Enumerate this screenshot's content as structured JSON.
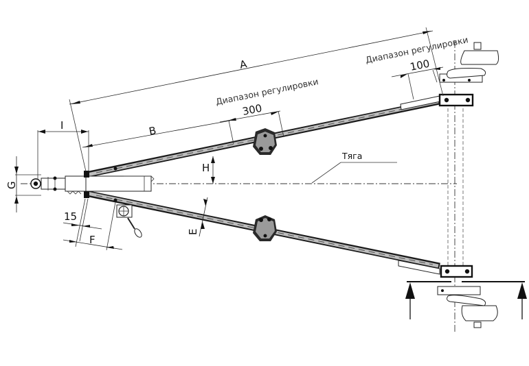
{
  "diagram": {
    "title": "Тяговое дышло (V-образное) — схема размеров",
    "dimensions": {
      "A": "A",
      "B": "B",
      "I": "I",
      "G": "G",
      "H": "H",
      "E": "E",
      "F": "F",
      "fifteen": "15"
    },
    "adjust_range_label": "Диапазон регулировки",
    "adjust_range_near": "300",
    "adjust_range_far": "100",
    "rod_label": "Тяга"
  }
}
